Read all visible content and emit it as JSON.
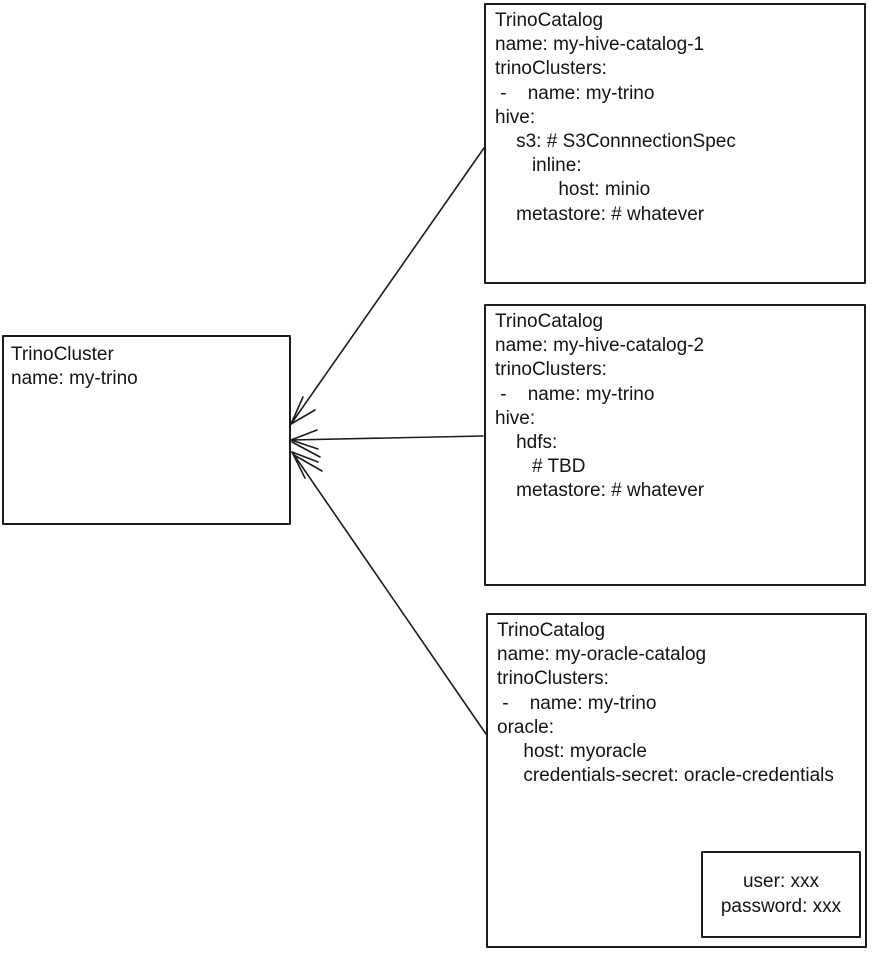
{
  "diagram": {
    "colors": {
      "stroke": "#1c1c1c",
      "background": "#ffffff",
      "text": "#141414"
    },
    "cluster": {
      "lines": [
        "TrinoCluster",
        "name: my-trino"
      ]
    },
    "catalog1": {
      "lines": [
        "TrinoCatalog",
        "name: my-hive-catalog-1",
        "trinoClusters:",
        " -    name: my-trino",
        "hive:",
        "    s3: # S3ConnnectionSpec",
        "       inline:",
        "            host: minio",
        "    metastore: # whatever"
      ]
    },
    "catalog2": {
      "lines": [
        "TrinoCatalog",
        "name: my-hive-catalog-2",
        "trinoClusters:",
        " -    name: my-trino",
        "hive:",
        "    hdfs:",
        "       # TBD",
        "    metastore: # whatever"
      ]
    },
    "catalog3": {
      "lines": [
        "TrinoCatalog",
        "name: my-oracle-catalog",
        "trinoClusters:",
        " -    name: my-trino",
        "oracle:",
        "     host: myoracle",
        "     credentials-secret: oracle-credentials"
      ]
    },
    "secret": {
      "lines": [
        "user: xxx",
        "password: xxx"
      ]
    }
  }
}
